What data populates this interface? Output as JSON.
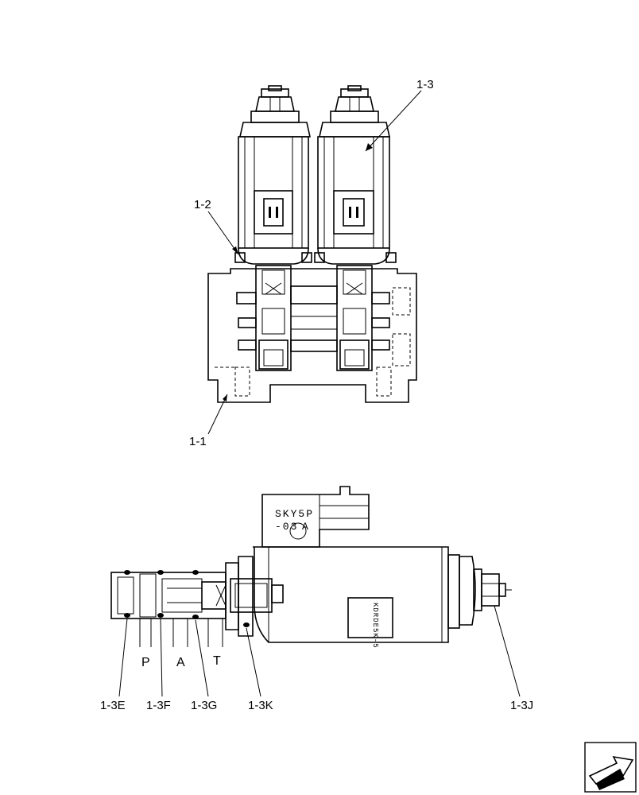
{
  "callouts": {
    "top": {
      "c_1_3": "1-3",
      "c_1_2": "1-2",
      "c_1_1": "1-1"
    },
    "bottom": {
      "c_1_3e": "1-3E",
      "c_1_3f": "1-3F",
      "c_1_3g": "1-3G",
      "c_1_3k": "1-3K",
      "c_1_3j": "1-3J"
    }
  },
  "ports": {
    "p": "P",
    "a": "A",
    "t": "T"
  },
  "markings": {
    "coil_line1": "SKY5P",
    "coil_line2": "-03",
    "coil_line2b": "A",
    "nameplate": "KDRDE5K-5"
  },
  "nav": {
    "icon": "next-page-arrow-icon"
  }
}
